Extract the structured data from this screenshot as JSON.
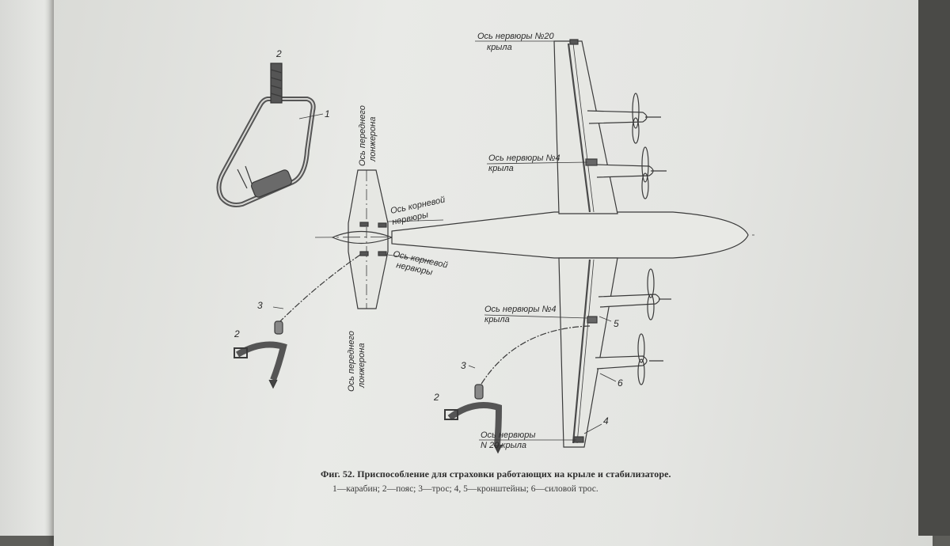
{
  "figure": {
    "caption_title": "Фиг. 52. Приспособление для страховки работающих на крыле и стабилизаторе.",
    "caption_legend": "1—карабин; 2—пояс; 3—трос; 4, 5—кронштейны; 6—силовой трос."
  },
  "labels": {
    "rib20_top_l1": "Ось нервюры №20",
    "rib20_top_l2": "крыла",
    "rib4_top_l1": "Ось нервюры №4",
    "rib4_top_l2": "крыла",
    "rib4_bot_l1": "Ось нервюры №4",
    "rib4_bot_l2": "крыла",
    "rib20_bot_l1": "Ось нервюры",
    "rib20_bot_l2": "N 20 крыла",
    "root_rib_top_l1": "Ось корневой",
    "root_rib_top_l2": "нервюры",
    "root_rib_bot_l1": "Ось корневой",
    "root_rib_bot_l2": "нервюры",
    "front_spar_top_l1": "Ось переднего",
    "front_spar_top_l2": "лонжерона",
    "front_spar_bot_l1": "Ось переднего",
    "front_spar_bot_l2": "лонжерона"
  },
  "callouts": {
    "n1": "1",
    "n2_carabiner": "2",
    "n2_belt_left": "2",
    "n2_belt_right": "2",
    "n3_left": "3",
    "n3_right": "3",
    "n4": "4",
    "n5": "5",
    "n6": "6"
  }
}
